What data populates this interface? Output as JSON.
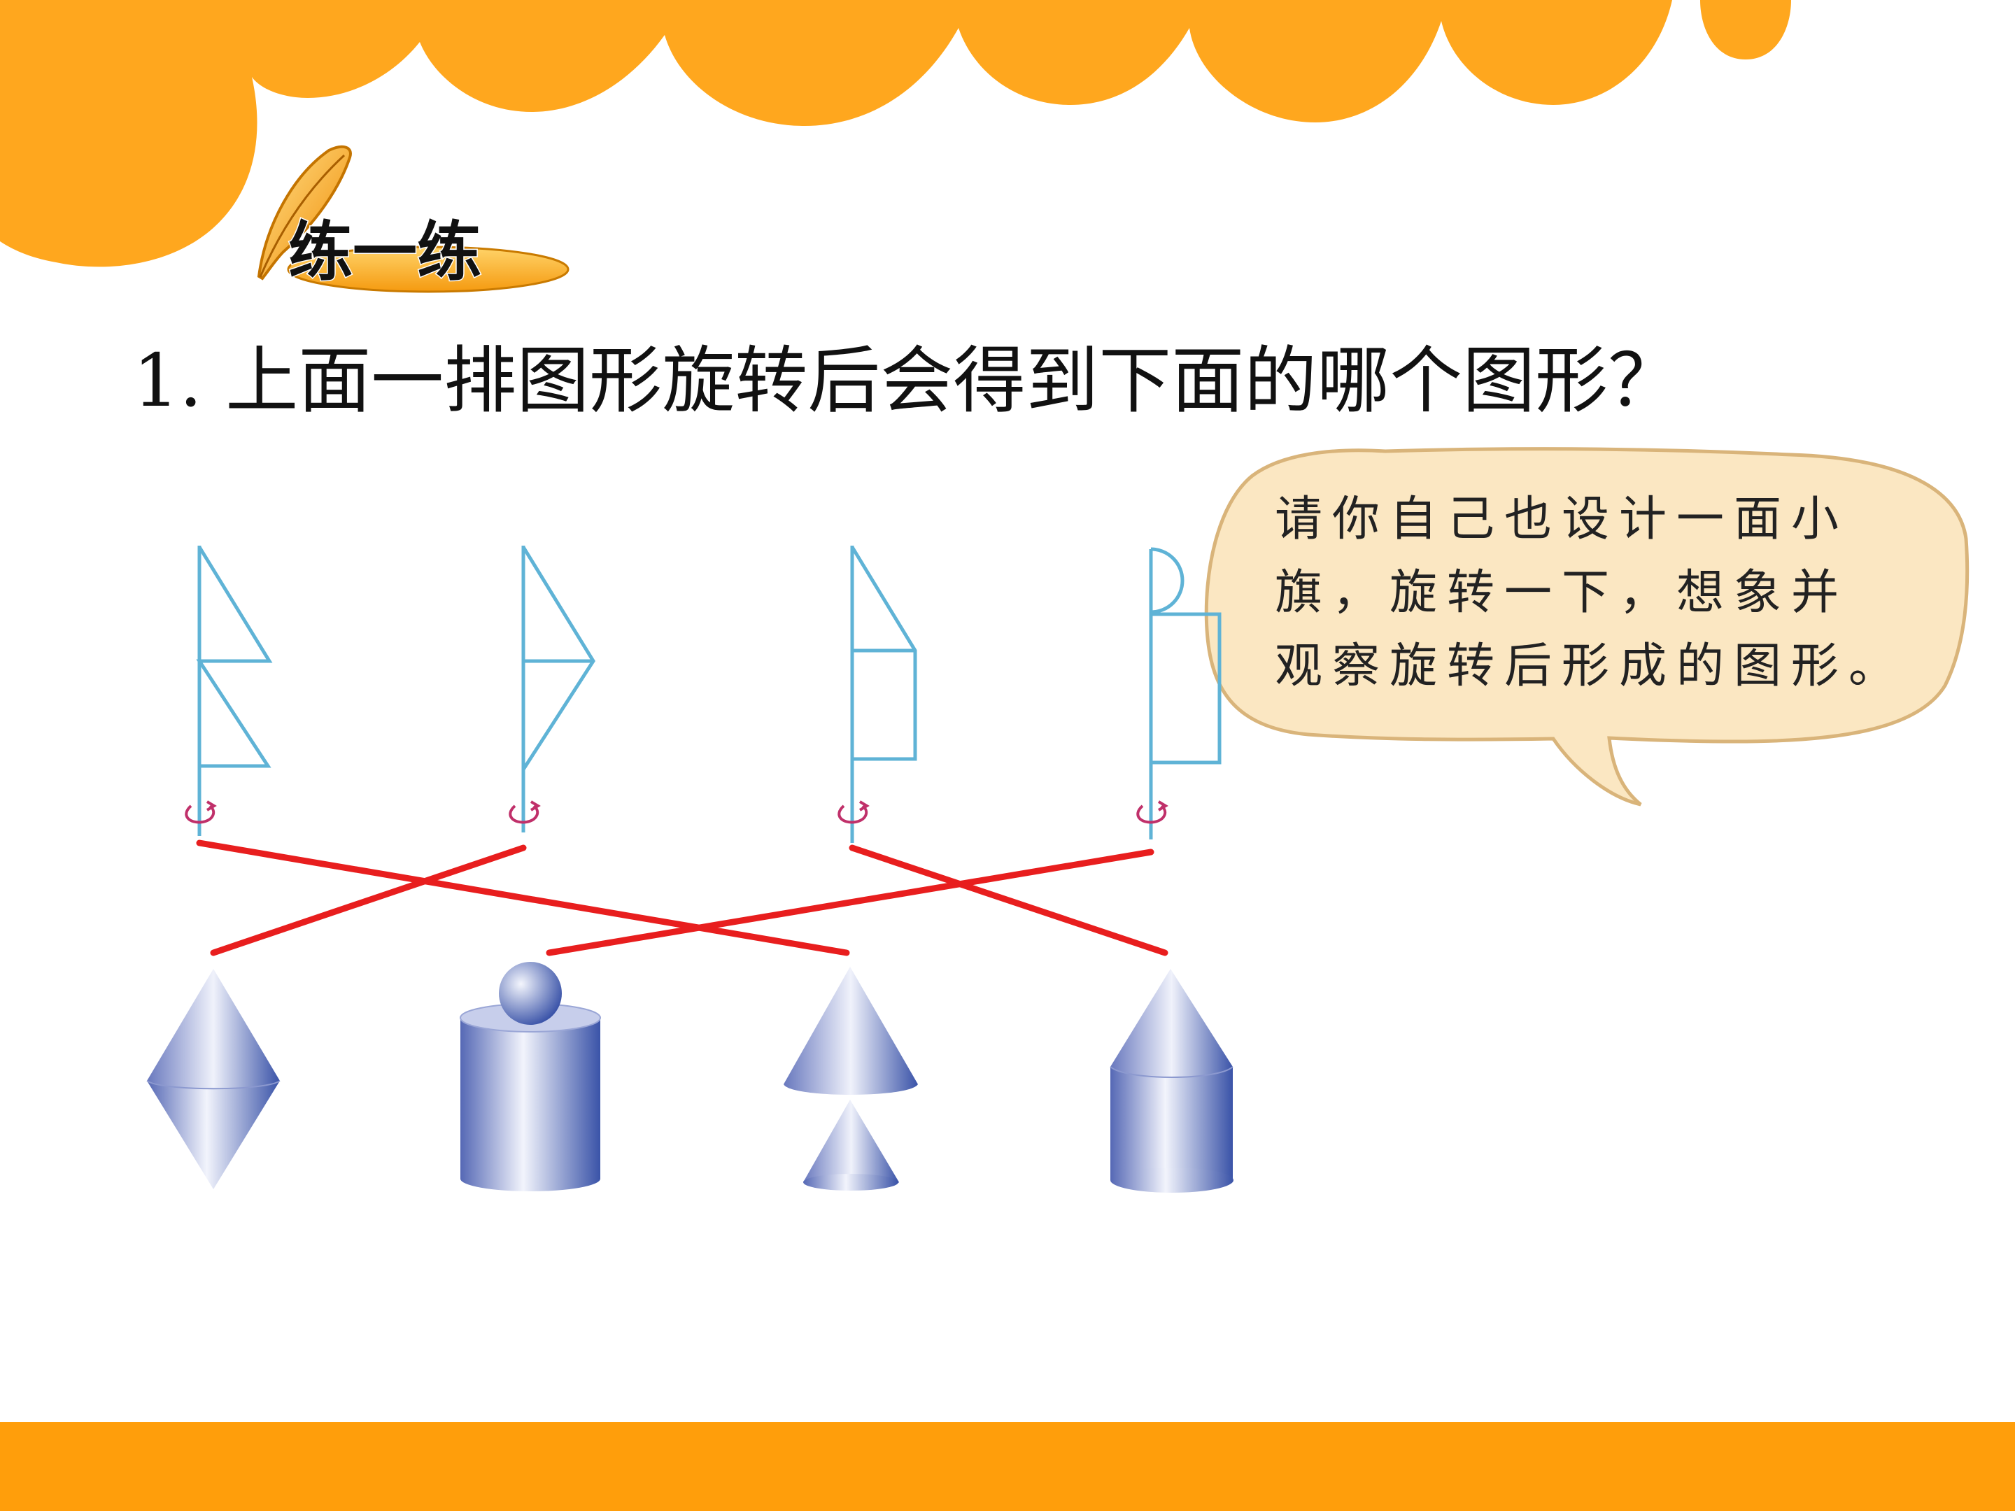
{
  "heading": {
    "badge_label": "练一练"
  },
  "question": {
    "text": "1. 上面一排图形旋转后会得到下面的哪个图形？"
  },
  "speech_bubble": {
    "lines": [
      "请你自己也设计一面小",
      "旗，旋转一下，想象并",
      "观察旋转后形成的图形。"
    ]
  },
  "flags": [
    {
      "shape": "two-triangles-stacked"
    },
    {
      "shape": "two-triangles-joined"
    },
    {
      "shape": "triangle-over-rectangle"
    },
    {
      "shape": "semicircle-over-rectangle"
    }
  ],
  "solids": [
    {
      "shape": "double-cone"
    },
    {
      "shape": "sphere-on-cylinder"
    },
    {
      "shape": "cone-over-cone"
    },
    {
      "shape": "cone-on-cylinder"
    }
  ],
  "matches": [
    {
      "flag": 1,
      "solid": 3
    },
    {
      "flag": 2,
      "solid": 1
    },
    {
      "flag": 3,
      "solid": 4
    },
    {
      "flag": 4,
      "solid": 2
    }
  ],
  "colors": {
    "banner_orange": "#FFA71E",
    "footer_orange": "#FF9E0B",
    "flag_stroke": "#5FB3D6",
    "match_line": "#E81E1E",
    "solid_dark": "#3A53A8",
    "solid_light": "#F2F4FC",
    "bubble_fill": "#FBE7C2",
    "bubble_stroke": "#D9B47A",
    "rotation_arrow": "#C0306A"
  }
}
